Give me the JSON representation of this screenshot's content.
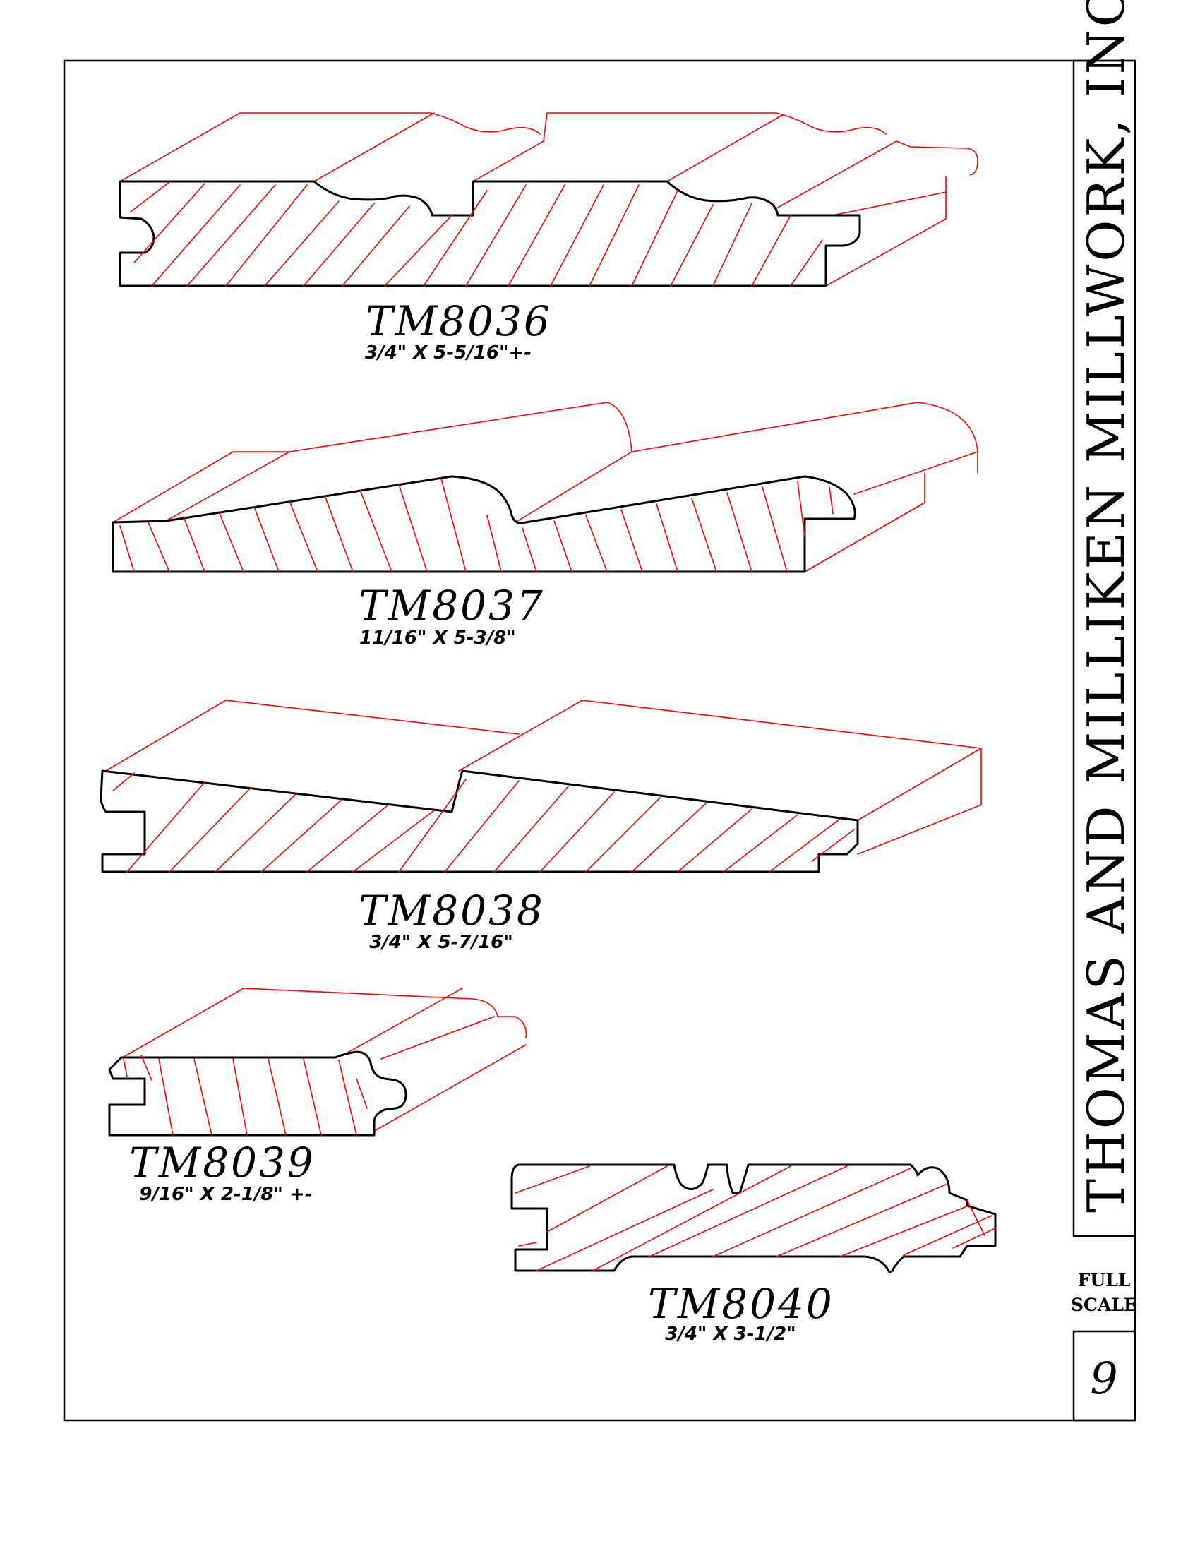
{
  "company": "THOMAS AND MILLIKEN MILLWORK, INC.",
  "scale_line1": "FULL",
  "scale_line2": "SCALE",
  "page_number": "9",
  "profiles": [
    {
      "code": "TM8036",
      "size": "3/4\"  X 5-5/16\"+-"
    },
    {
      "code": "TM8037",
      "size": "11/16\"  X 5-3/8\""
    },
    {
      "code": "TM8038",
      "size": "3/4\"  X 5-7/16\""
    },
    {
      "code": "TM8039",
      "size": "9/16\"  X 2-1/8\"  +-"
    },
    {
      "code": "TM8040",
      "size": "3/4\"  X 3-1/2\""
    }
  ],
  "colors": {
    "outline": "#000000",
    "grain": "#ff0000"
  }
}
